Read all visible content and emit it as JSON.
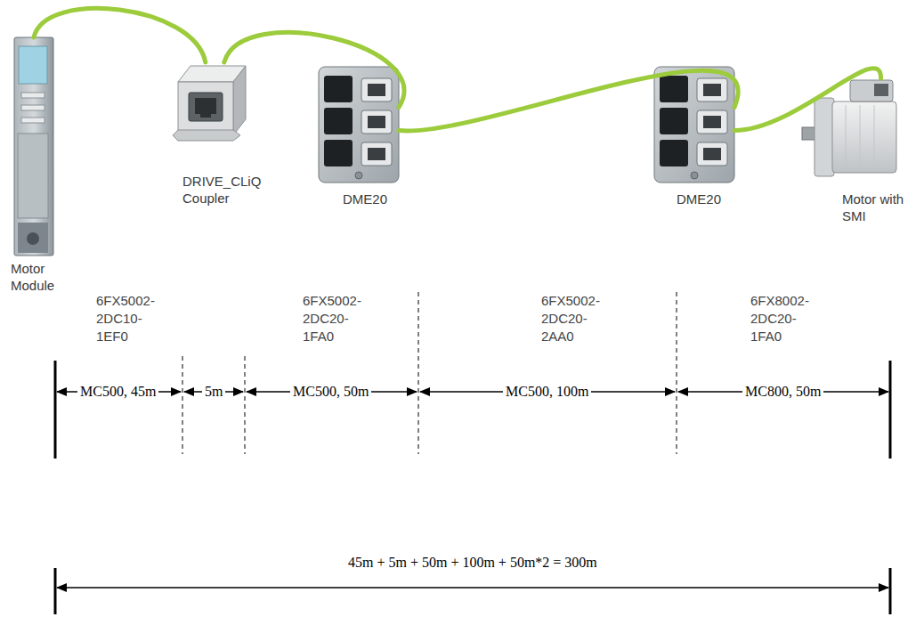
{
  "diagram": {
    "nodes": [
      {
        "text": [
          "Motor Module"
        ]
      },
      {
        "text": [
          "DRIVE_CLiQ Coupler"
        ]
      },
      {
        "text": [
          "DME20"
        ]
      },
      {
        "text": [
          "DME20"
        ]
      },
      {
        "text": [
          "Motor with SMI"
        ]
      }
    ],
    "edges": [
      {
        "from": 0,
        "to": 1,
        "arrow": "none"
      },
      {
        "from": 1,
        "to": 2,
        "arrow": "none"
      },
      {
        "from": 2,
        "to": 3,
        "arrow": "none"
      },
      {
        "from": 3,
        "to": 4,
        "arrow": "none"
      }
    ],
    "labels": [
      "6FX5002- 2DC10- 1EF0",
      "6FX5002- 2DC20- 1FA0",
      "6FX5002- 2DC20- 2AA0",
      "6FX8002- 2DC20- 1FA0",
      "MC500, 45m",
      "5m",
      "MC500, 50m",
      "MC500, 100m",
      "MC800, 50m",
      "45m + 5m + 50m + 100m + 50m*2 = 300m"
    ]
  }
}
